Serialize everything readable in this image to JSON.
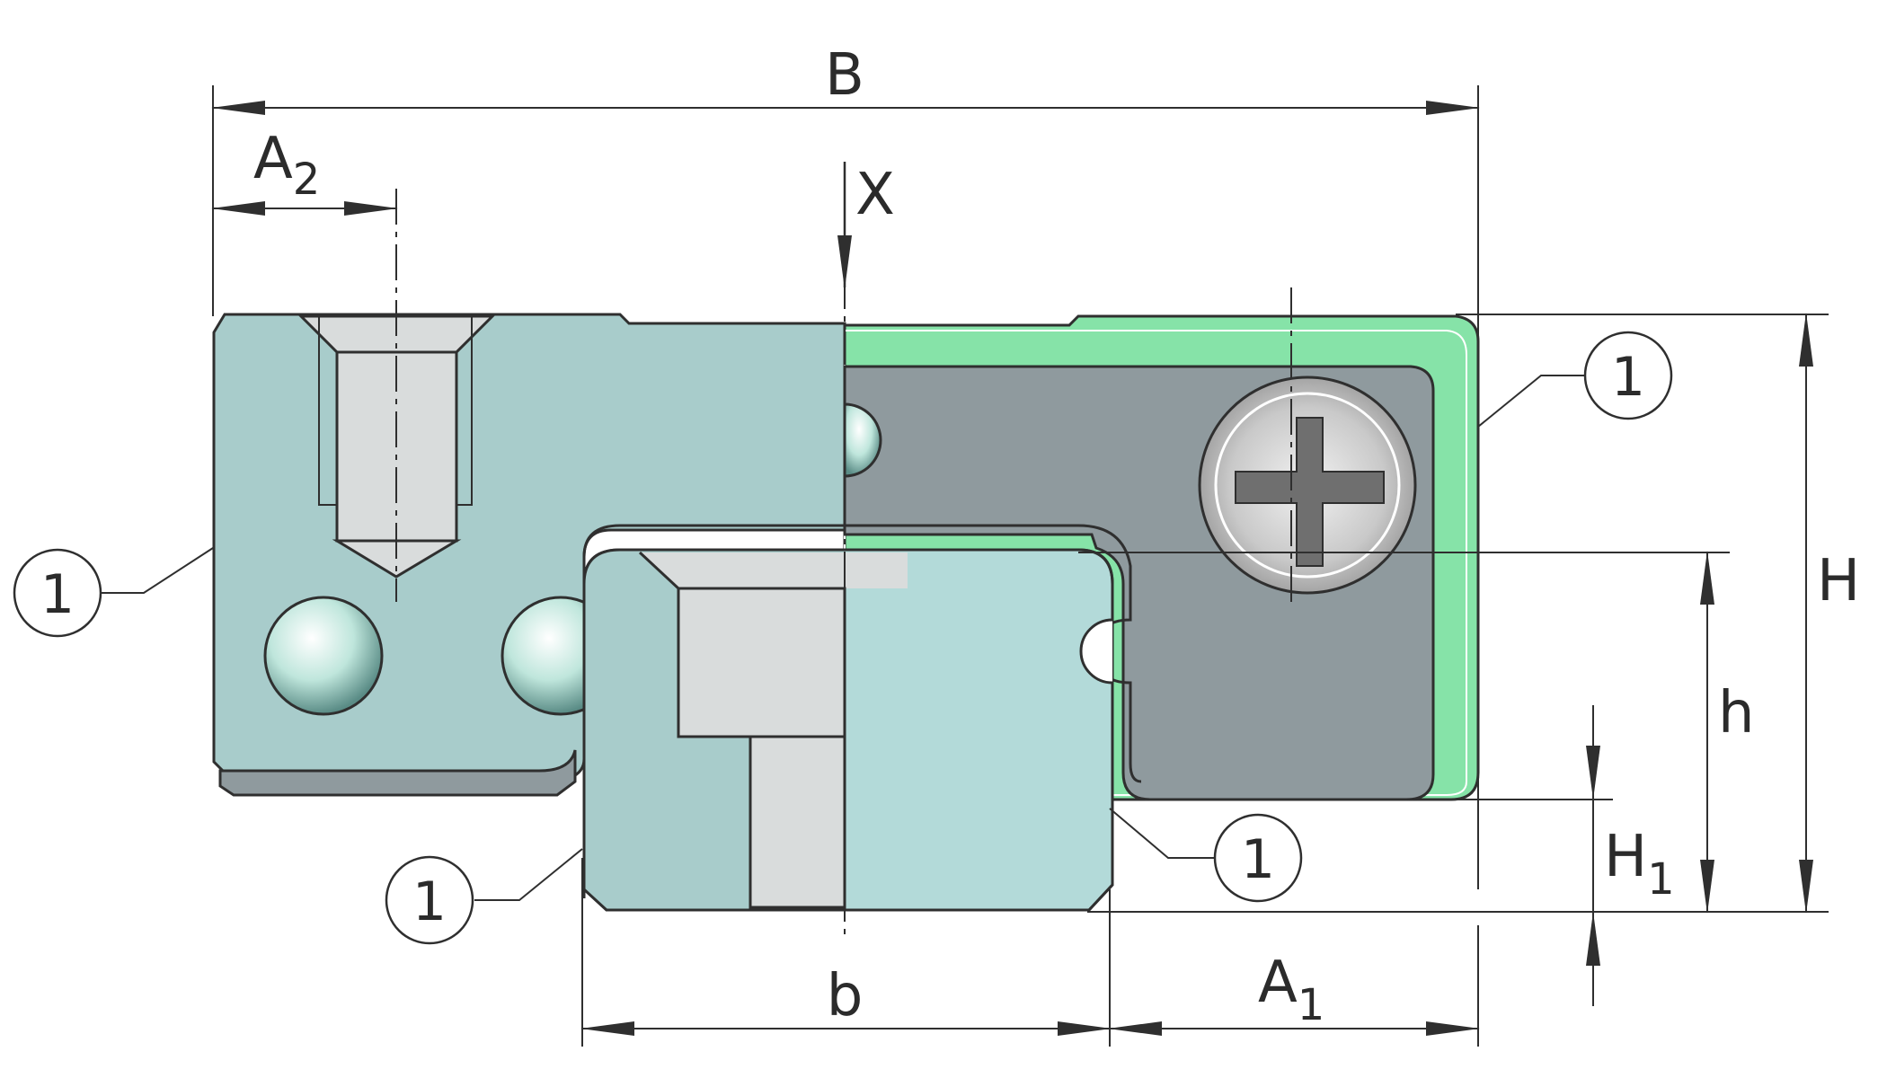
{
  "dimensions": {
    "B": {
      "base": "B",
      "sub": ""
    },
    "A2": {
      "base": "A",
      "sub": "2"
    },
    "X": {
      "base": "X",
      "sub": ""
    },
    "H": {
      "base": "H",
      "sub": ""
    },
    "h": {
      "base": "h",
      "sub": ""
    },
    "H1": {
      "base": "H",
      "sub": "1"
    },
    "b": {
      "base": "b",
      "sub": ""
    },
    "A1": {
      "base": "A",
      "sub": "1"
    }
  },
  "callouts": [
    {
      "label": "1"
    },
    {
      "label": "1"
    },
    {
      "label": "1"
    },
    {
      "label": "1"
    }
  ],
  "colors": {
    "carriage": "#a8cccb",
    "rail": "#b3dad9",
    "section_dark": "#8f9a9e",
    "seal_green": "#86e3a8",
    "steel_grey": "#d9dcdc",
    "line": "#2f2f2f"
  }
}
